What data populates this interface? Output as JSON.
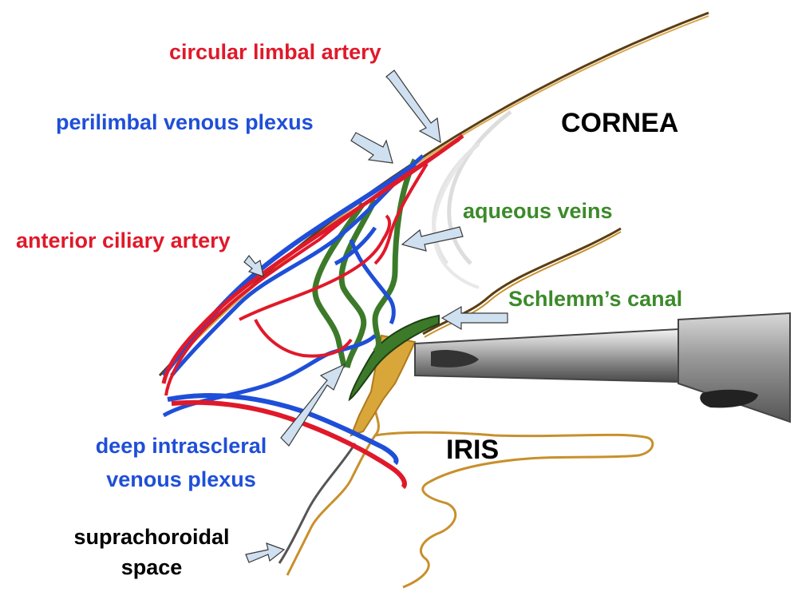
{
  "labels": {
    "circular_limbal_artery": "circular limbal artery",
    "perilimbal_venous_plexus": "perilimbal venous plexus",
    "anterior_ciliary_artery": "anterior ciliary artery",
    "cornea": "CORNEA",
    "aqueous_veins": "aqueous veins",
    "schlemms_canal": "Schlemm’s canal",
    "iris": "IRIS",
    "deep_intrascleral_line1": "deep intrascleral",
    "deep_intrascleral_line2": "venous plexus",
    "suprachoroidal_line1": "suprachoroidal",
    "suprachoroidal_line2": "space"
  },
  "colors": {
    "artery": "#e0192a",
    "vein": "#1f4fd8",
    "aqueous": "#3c8a2a",
    "tissue": "#c8902c",
    "text_dark": "#000000"
  }
}
